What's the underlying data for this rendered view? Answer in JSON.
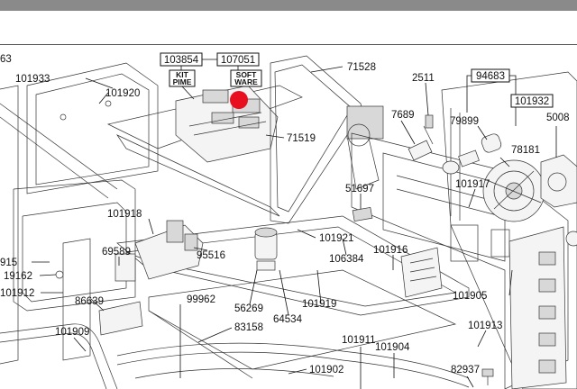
{
  "labels": {
    "l63": "63",
    "l101933": "101933",
    "l101920": "101920",
    "l103854": "103854",
    "l107051": "107051",
    "l71528": "71528",
    "l2511": "2511",
    "l94683": "94683",
    "l101932": "101932",
    "l5008": "5008",
    "l7689": "7689",
    "l79899": "79899",
    "l78181": "78181",
    "l71519": "71519",
    "l51697": "51697",
    "l101917": "101917",
    "l101918": "101918",
    "l101921": "101921",
    "l101916": "101916",
    "l915": "915",
    "l69589": "69589",
    "l19162": "19162",
    "l95516": "95516",
    "l106384": "106384",
    "l101912": "101912",
    "l86639": "86639",
    "l56269": "56269",
    "l101919": "101919",
    "l101905": "101905",
    "l99962": "99962",
    "l64534": "64534",
    "l101913": "101913",
    "l101909": "101909",
    "l83158": "83158",
    "l101911": "101911",
    "l101904": "101904",
    "l82937": "82937",
    "l101902": "101902"
  },
  "tags": {
    "kit_line1": "KIT",
    "kit_line2": "PIME",
    "soft_line1": "SOFT",
    "soft_line2": "WARE"
  },
  "colors": {
    "marker": "#e8101e",
    "topbar": "#8a8a8a"
  }
}
